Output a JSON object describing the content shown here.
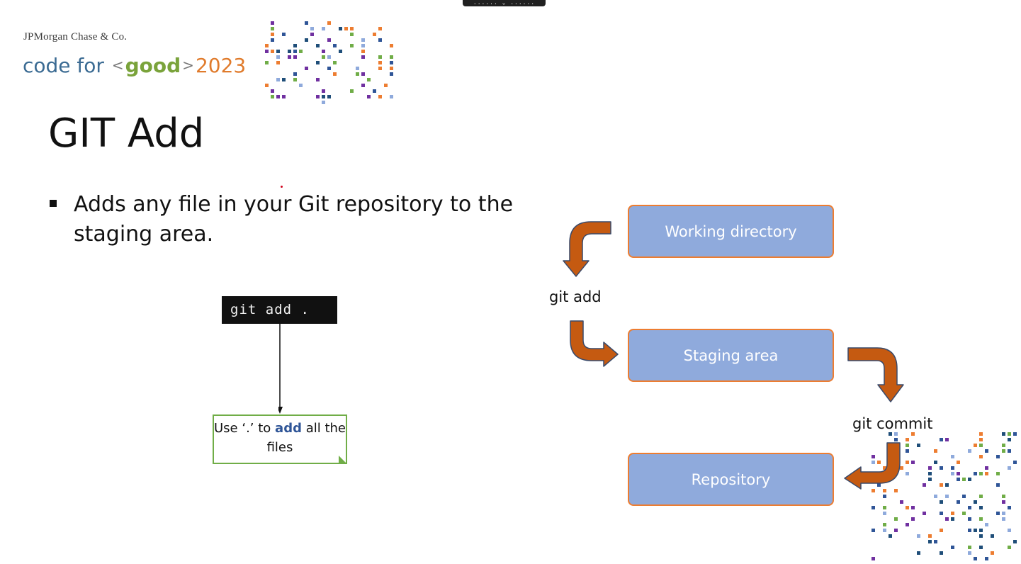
{
  "toolbar": {
    "label": "...... ⌄ ......"
  },
  "branding": {
    "company": "JPMorgan Chase & Co.",
    "event_prefix": "code for",
    "bracket_open": "<",
    "event_highlight": "good",
    "bracket_close": ">",
    "event_year": "2023"
  },
  "slide": {
    "title": "GIT Add",
    "bullet": "Adds any file in your Git repository to the staging area.",
    "command": "git add .",
    "note": {
      "prefix": "Use ‘.’ to",
      "highlight": "add",
      "suffix": "all the files"
    }
  },
  "diagram": {
    "working_directory": "Working directory",
    "staging_area": "Staging area",
    "repository": "Repository",
    "git_add_label": "git add",
    "git_commit_label": "git commit"
  },
  "colors": {
    "box_fill": "#8faadc",
    "box_border": "#ed7d31",
    "arrow": "#c55a11",
    "note_border": "#70ad47",
    "brand_blue": "#3b6b93",
    "brand_green": "#7aa33b",
    "brand_orange": "#e07b2c"
  },
  "icons": [
    "decorative-pixel-pattern",
    "curved-arrow"
  ]
}
